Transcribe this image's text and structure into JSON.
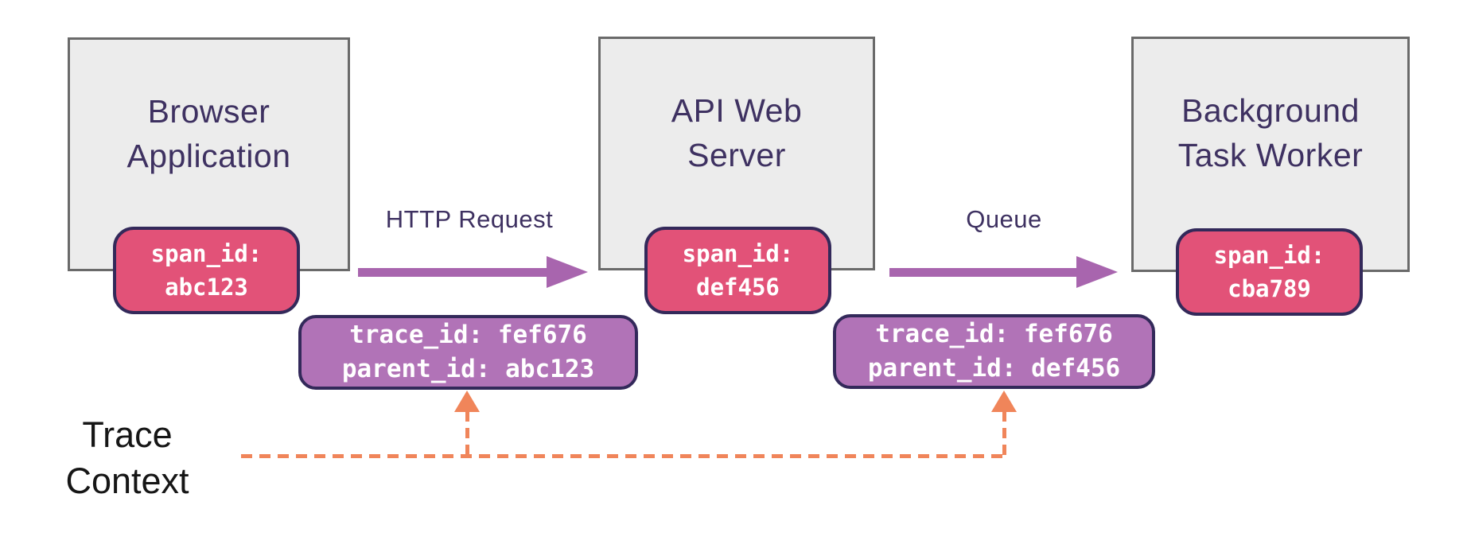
{
  "diagram": {
    "services": [
      {
        "name_line1": "Browser",
        "name_line2": "Application",
        "span_line1": "span_id:",
        "span_line2": "abc123"
      },
      {
        "name_line1": "API Web",
        "name_line2": "Server",
        "span_line1": "span_id:",
        "span_line2": "def456"
      },
      {
        "name_line1": "Background",
        "name_line2": "Task Worker",
        "span_line1": "span_id:",
        "span_line2": "cba789"
      }
    ],
    "flows": [
      {
        "label": "HTTP Request"
      },
      {
        "label": "Queue"
      }
    ],
    "context_badges": [
      {
        "line1": "trace_id: fef676",
        "line2": "parent_id: abc123"
      },
      {
        "line1": "trace_id: fef676",
        "line2": "parent_id: def456"
      }
    ],
    "trace_context_label": {
      "line1": "Trace",
      "line2": "Context"
    },
    "colors": {
      "service_box_fill": "#ececec",
      "service_box_border": "#6a6a6a",
      "title_text": "#3e3161",
      "span_badge_fill": "#e25278",
      "context_badge_fill": "#b173b7",
      "badge_border": "#33295a",
      "flow_arrow": "#a865ae",
      "trace_context_dash": "#f0855a",
      "badge_text": "#ffffff"
    }
  }
}
